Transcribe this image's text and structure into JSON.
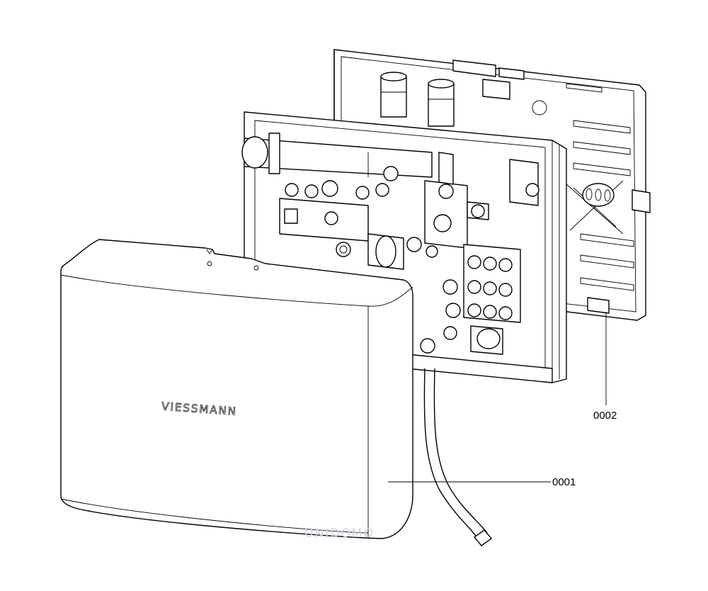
{
  "diagram": {
    "brand": "VIESSMANN",
    "watermark": "UNIDOMO",
    "callouts": [
      {
        "id": "0001"
      },
      {
        "id": "0002"
      }
    ],
    "colors": {
      "line": "#000000",
      "watermark": "#cfd6e4",
      "background": "#ffffff"
    }
  }
}
